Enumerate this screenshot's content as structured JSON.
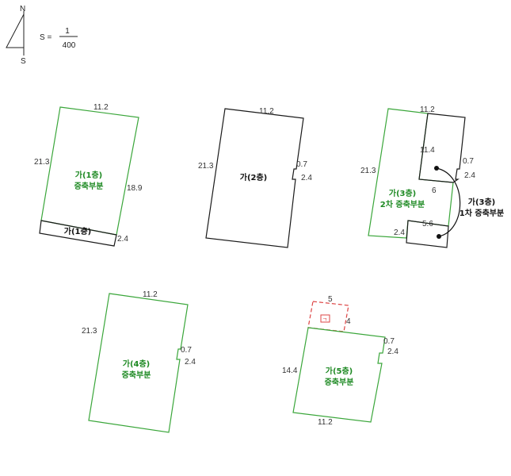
{
  "compass": {
    "north": "N",
    "south": "S"
  },
  "scale": {
    "prefix": "S =",
    "numerator": "1",
    "denominator": "400"
  },
  "colors": {
    "green": "#3aa63a",
    "black": "#1a1a1a",
    "red_dashed": "#d44",
    "green_text": "#1f8a24"
  },
  "plan1": {
    "top_dim": "11.2",
    "left_dim": "21.3",
    "right_dim": "18.9",
    "bottom_dim": "2.4",
    "label_line1": "가(1층)",
    "label_line2": "증축부분",
    "existing_label": "가(1층)"
  },
  "plan2": {
    "top_dim": "11.2",
    "left_dim": "21.3",
    "notch_dim1": "0.7",
    "notch_dim2": "2.4",
    "label": "가(2층)"
  },
  "plan3": {
    "top_dim": "11.2",
    "left_dim": "21.3",
    "inner_dim": "11.4",
    "notch_dim1": "0.7",
    "notch_dim2": "2.4",
    "step_dim": "6",
    "bottom_inner_dim": "5.6",
    "bottom_dim": "2.4",
    "label_line1": "가(3층)",
    "label_line2": "2차 증축부분",
    "callout_line1": "가(3층)",
    "callout_line2": "1차 증축부분"
  },
  "plan4": {
    "top_dim": "11.2",
    "left_dim": "21.3",
    "notch_dim1": "0.7",
    "notch_dim2": "2.4",
    "label_line1": "가(4층)",
    "label_line2": "증축부분"
  },
  "plan5": {
    "top_dim": "5",
    "right_small_dim": "4",
    "notch_dim1": "0.7",
    "notch_dim2": "2.4",
    "left_dim": "14.4",
    "bottom_dim": "11.2",
    "mark": "ㄱ",
    "label_line1": "가(5층)",
    "label_line2": "증축부분"
  }
}
